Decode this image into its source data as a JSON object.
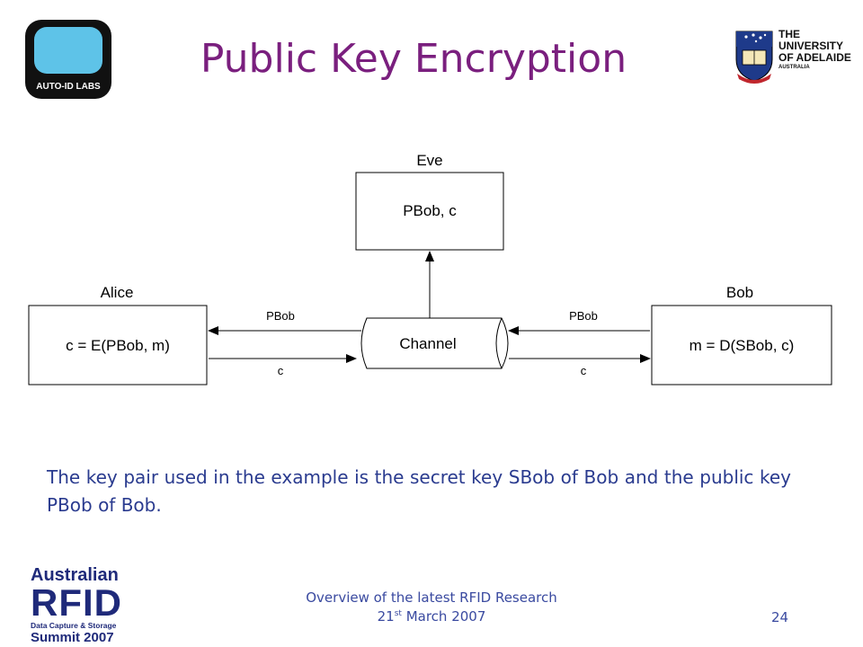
{
  "title": "Public Key Encryption",
  "logos": {
    "autoid": "AUTO-ID LABS",
    "university_line1": "THE UNIVERSITY",
    "university_line2": "OF ADELAIDE",
    "university_line3": "AUSTRALIA",
    "summit_line1": "Australian",
    "summit_line2": "RFID",
    "summit_line3": "Data Capture & Storage",
    "summit_line4": "Summit 2007"
  },
  "diagram": {
    "eve": {
      "name": "Eve",
      "content": "PBob, c"
    },
    "alice": {
      "name": "Alice",
      "content": "c = E(PBob, m)"
    },
    "bob": {
      "name": "Bob",
      "content": "m = D(SBob, c)"
    },
    "channel": "Channel",
    "left_top_arrow": "PBob",
    "left_bottom_arrow": "c",
    "right_top_arrow": "PBob",
    "right_bottom_arrow": "c"
  },
  "body": "The key pair used in the example is the secret key SBob of Bob and the public key PBob of Bob.",
  "footer": {
    "line1": "Overview of the latest RFID Research",
    "date_day": "21",
    "date_sup": "st",
    "date_rest": " March 2007",
    "page": "24"
  },
  "colors": {
    "title": "#7a1f7e",
    "body": "#2a3b8f",
    "footer": "#3a4aa0"
  }
}
